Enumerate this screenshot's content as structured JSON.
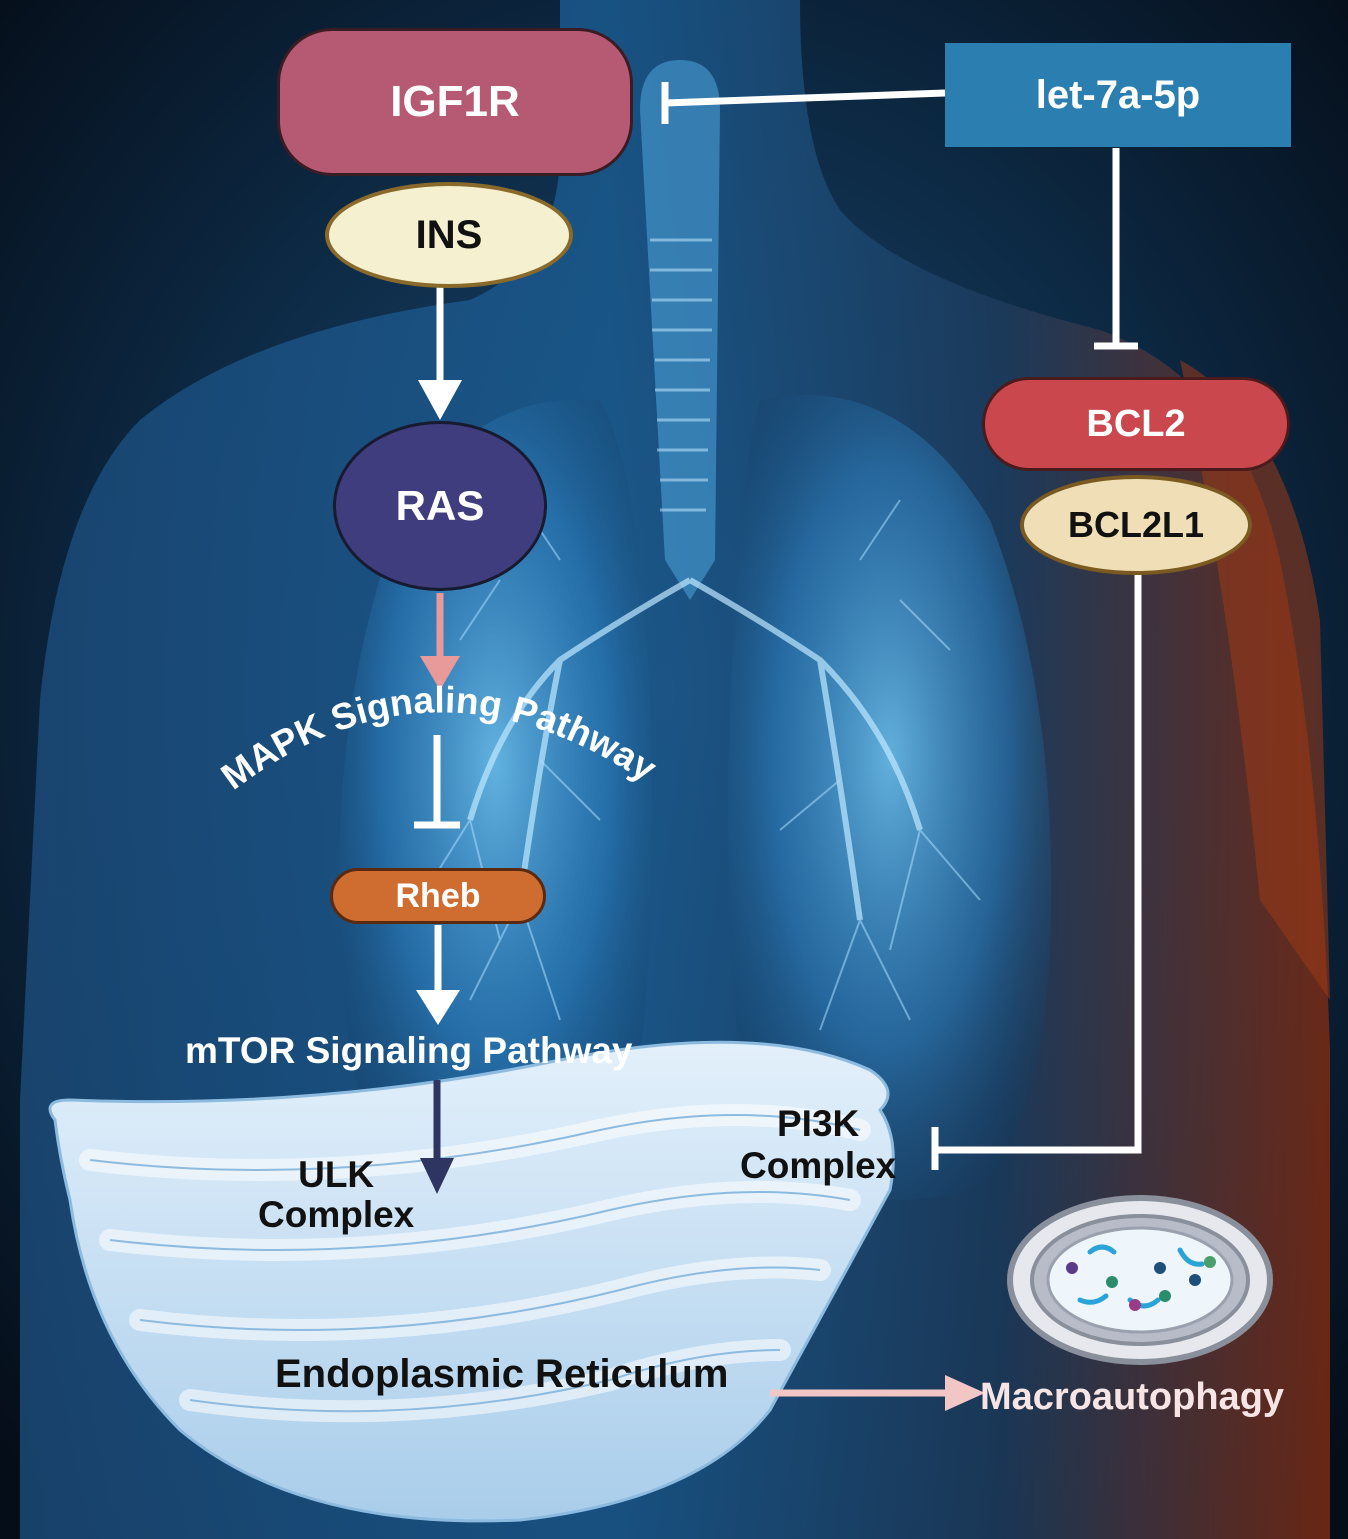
{
  "nodes": {
    "igf1r": {
      "label": "IGF1R",
      "color": "#b55a72"
    },
    "let7a": {
      "label": "let-7a-5p",
      "color": "#2a7fb0"
    },
    "ins": {
      "label": "INS",
      "color": "#f5f0d0"
    },
    "ras": {
      "label": "RAS",
      "color": "#3f3d7e"
    },
    "bcl2": {
      "label": "BCL2",
      "color": "#c9474d"
    },
    "bcl2l1": {
      "label": "BCL2L1",
      "color": "#f0dfb6"
    },
    "rheb": {
      "label": "Rheb",
      "color": "#cf6c2f"
    }
  },
  "pathways": {
    "mapk": "MAPK Signaling Pathway",
    "mtor": "mTOR Signaling Pathway"
  },
  "labels": {
    "ulk_line1": "ULK",
    "ulk_line2": "Complex",
    "pi3k_line1": "PI3K",
    "pi3k_line2": "Complex",
    "er": "Endoplasmic Reticulum",
    "macroautophagy": "Macroautophagy"
  },
  "colors": {
    "arrow_white": "#ffffff",
    "arrow_pink": "#e89a9a",
    "arrow_navy": "#2e3560",
    "arrow_lightpink": "#f3c6c6",
    "er_fill": "#c7e0f4",
    "lung_glow": "#4fb0e8"
  }
}
